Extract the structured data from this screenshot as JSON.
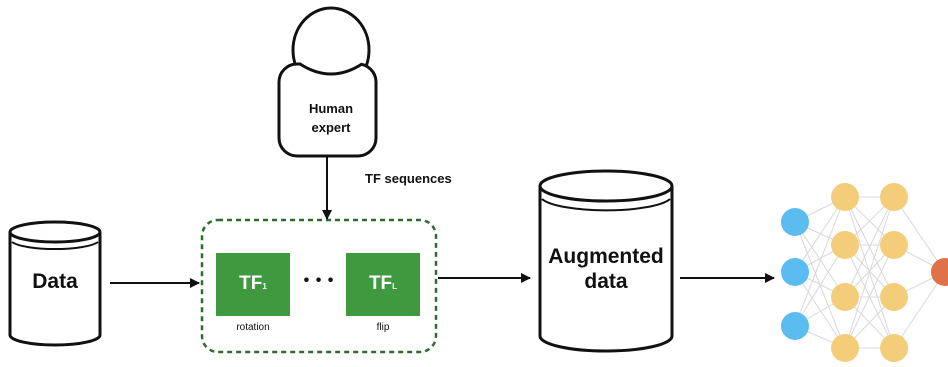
{
  "human": {
    "label_line1": "Human",
    "label_line2": "expert"
  },
  "tf_sequences_label": "TF sequences",
  "data_label": "Data",
  "augmented": {
    "line1": "Augmented",
    "line2": "data"
  },
  "transforms": [
    {
      "main": "TF",
      "sub": "1",
      "caption": "rotation"
    },
    {
      "main": "TF",
      "sub": "L",
      "caption": "flip"
    }
  ],
  "ellipsis": "• • •",
  "colors": {
    "tf_box": "#3f9a3f",
    "dashed_border": "#2f6d2f",
    "input_node": "#5bbcf0",
    "hidden_node": "#f4cd7a",
    "output_node": "#e0724a"
  }
}
